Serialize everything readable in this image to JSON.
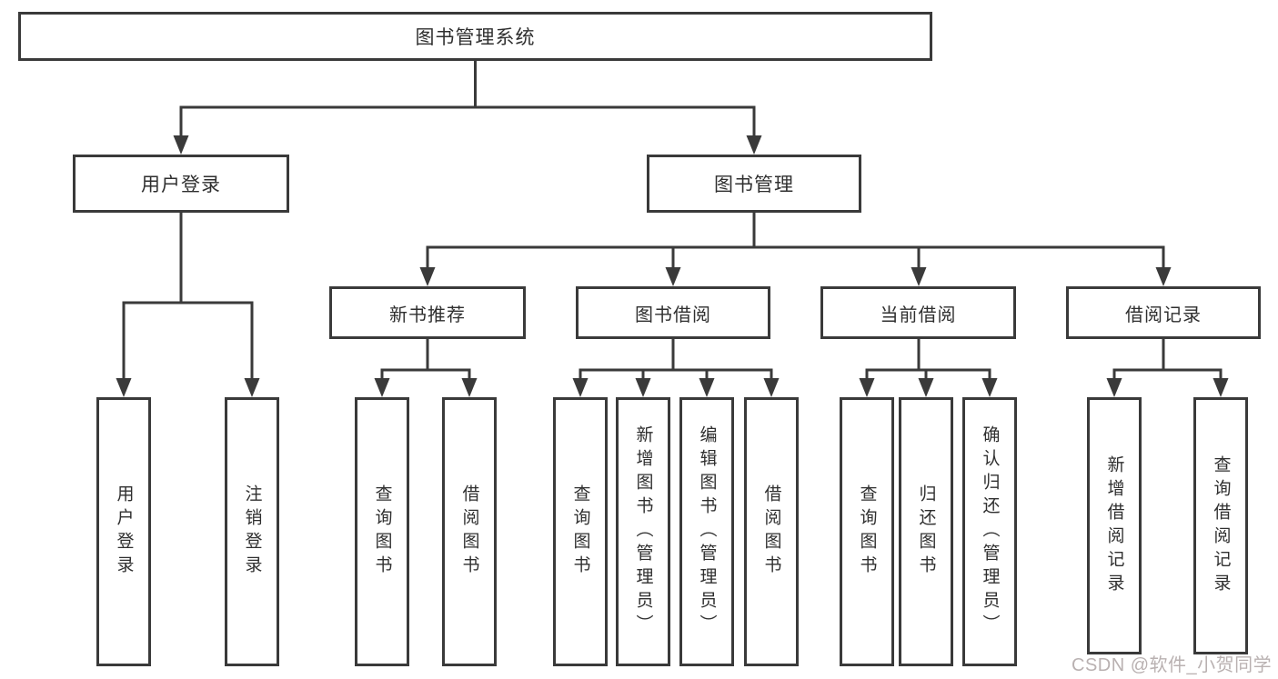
{
  "diagram": {
    "title": "图书管理系统",
    "branches": {
      "user_login": {
        "label": "用户登录",
        "children": {
          "login": "用户登录",
          "logout": "注销登录"
        }
      },
      "book_mgmt": {
        "label": "图书管理",
        "sections": {
          "new_books": {
            "label": "新书推荐",
            "children": {
              "query_books": "查询图书",
              "borrow_books": "借阅图书"
            }
          },
          "book_borrow": {
            "label": "图书借阅",
            "children": {
              "query_books": "查询图书",
              "add_books": "新增图书（管理员）",
              "edit_books": "编辑图书（管理员）",
              "borrow_books": "借阅图书"
            }
          },
          "current_borrow": {
            "label": "当前借阅",
            "children": {
              "query_books": "查询图书",
              "return_books": "归还图书",
              "confirm_return": "确认归还（管理员）"
            }
          },
          "borrow_records": {
            "label": "借阅记录",
            "children": {
              "add_record": "新增借阅记录",
              "query_record": "查询借阅记录"
            }
          }
        }
      }
    }
  },
  "watermark": "CSDN @软件_小贺同学",
  "colors": {
    "line": "#3a3a3a",
    "text": "#2f2f2f",
    "background": "#ffffff",
    "watermark": "#b9b1b1"
  }
}
